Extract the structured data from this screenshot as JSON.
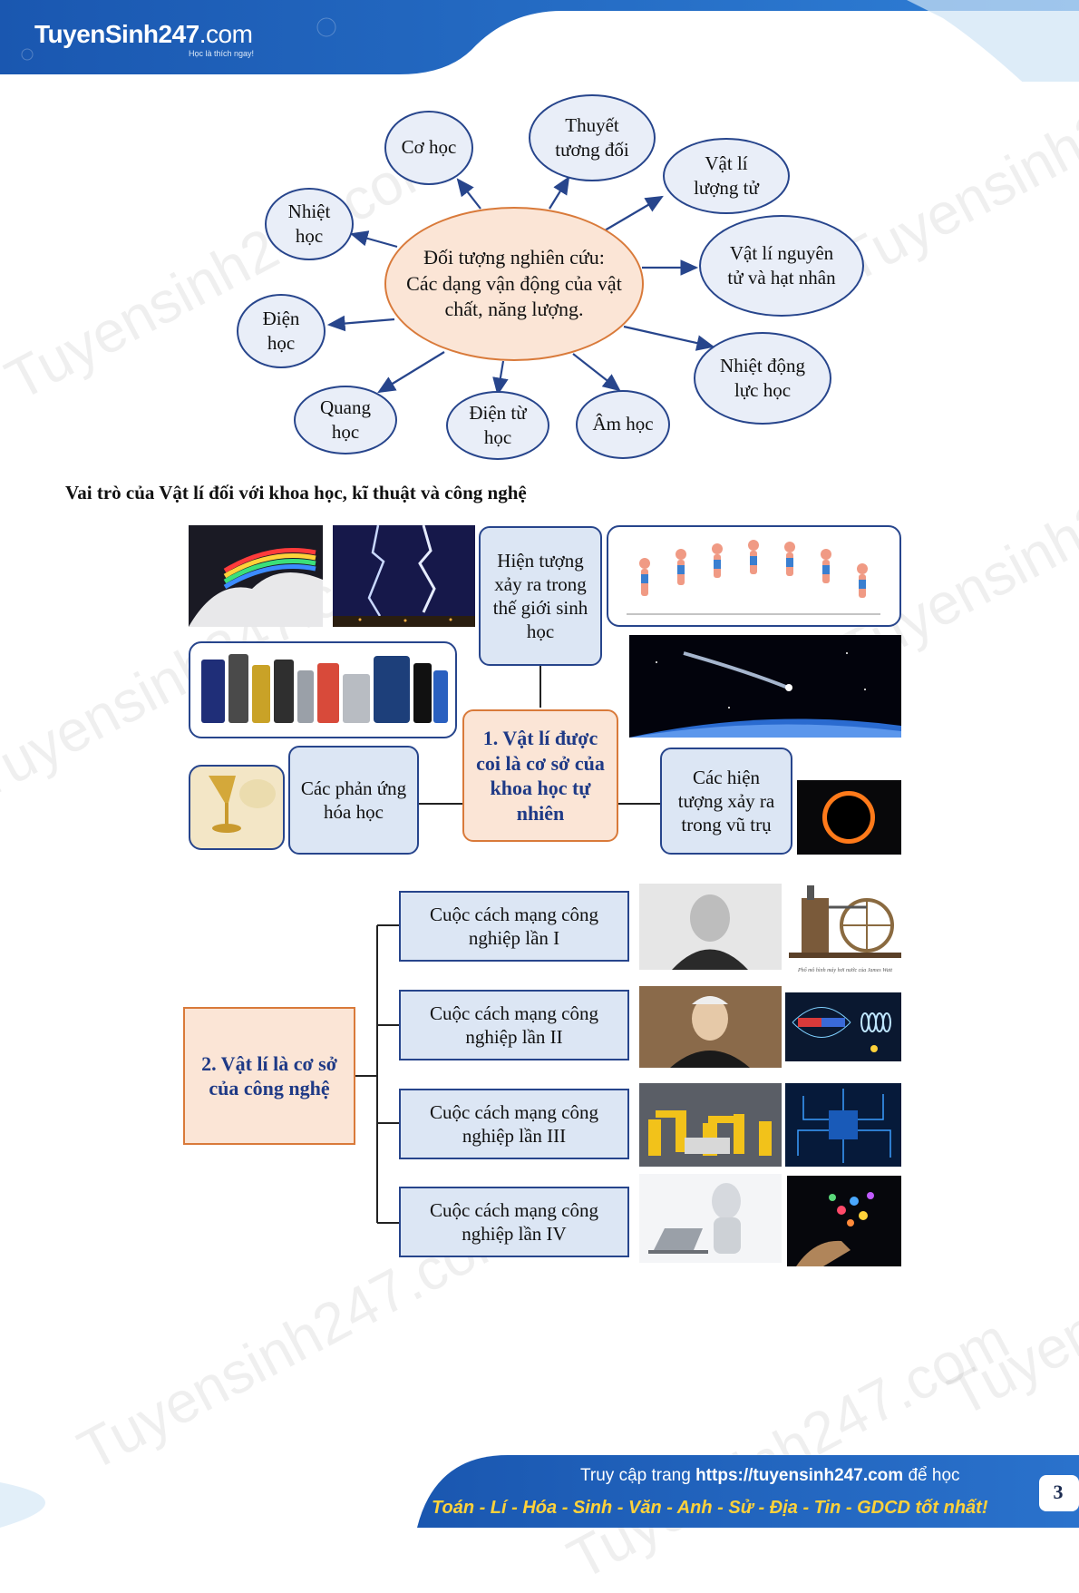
{
  "header": {
    "logo_text": "TuyenSinh247",
    "logo_domain": ".com",
    "tagline": "Học là thích ngay!"
  },
  "watermark": "Tuyensinh247.com",
  "mindmap": {
    "center": "Đối tượng nghiên cứu: Các dạng vận động của vật chất, năng lượng.",
    "nodes": {
      "co_hoc": "Cơ học",
      "thuyet_tuong_doi": "Thuyết tương đối",
      "vat_li_luong_tu": "Vật lí lượng tử",
      "nhiet_hoc": "Nhiệt học",
      "vat_li_nguyen_tu": "Vật lí nguyên tử và hạt nhân",
      "dien_hoc": "Điện học",
      "nhiet_dong_luc_hoc": "Nhiệt động lực học",
      "quang_hoc": "Quang học",
      "dien_tu_hoc": "Điện từ học",
      "am_hoc": "Âm học"
    }
  },
  "section_heading": "Vai trò của Vật lí đối với khoa học, kĩ thuật và công nghệ",
  "science": {
    "center": "1. Vật lí được coi là cơ sở của khoa học tự nhiên",
    "bio": "Hiện tượng xảy ra trong thế giới sinh học",
    "chem": "Các phản ứng hóa học",
    "cosmos": "Các hiện tượng xảy ra trong vũ trụ"
  },
  "technology": {
    "center": "2. Vật lí là cơ sở của công nghệ",
    "revolutions": [
      "Cuộc cách mạng công nghiệp lần I",
      "Cuộc cách mạng công nghiệp lần II",
      "Cuộc cách mạng công nghiệp lần III",
      "Cuộc cách mạng công nghiệp lần IV"
    ],
    "steam_caption": "Phổ mô hình máy hơi nước của James Watt"
  },
  "icons": {
    "rainbow": "rainbow-cloud-icon",
    "lightning": "lightning-icon",
    "runner": "long-jump-sequence-icon",
    "batteries": "batteries-icon",
    "comet": "comet-icon",
    "eclipse": "solar-eclipse-icon",
    "goblet": "gold-goblet-icon",
    "watt": "portrait-icon",
    "steam": "steam-engine-icon",
    "faraday": "portrait-icon",
    "coil": "magnetic-field-icon",
    "robots": "factory-robots-icon",
    "circuit": "circuit-board-icon",
    "android": "robot-laptop-icon",
    "tech_hand": "digital-hand-icon"
  },
  "footer": {
    "visit_prefix": "Truy cập trang ",
    "url": "https://tuyensinh247.com",
    "visit_suffix": " để học",
    "subjects": "Toán - Lí - Hóa - Sinh - Văn - Anh - Sử - Địa - Tin - GDCD tốt nhất!",
    "page_number": "3"
  },
  "colors": {
    "brand_blue": "#1d5cb6",
    "box_border": "#27458c",
    "box_fill": "#dce6f4",
    "orange_border": "#d97a3a",
    "orange_fill": "#fbe5d6",
    "footer_yellow": "#ffd23a"
  }
}
